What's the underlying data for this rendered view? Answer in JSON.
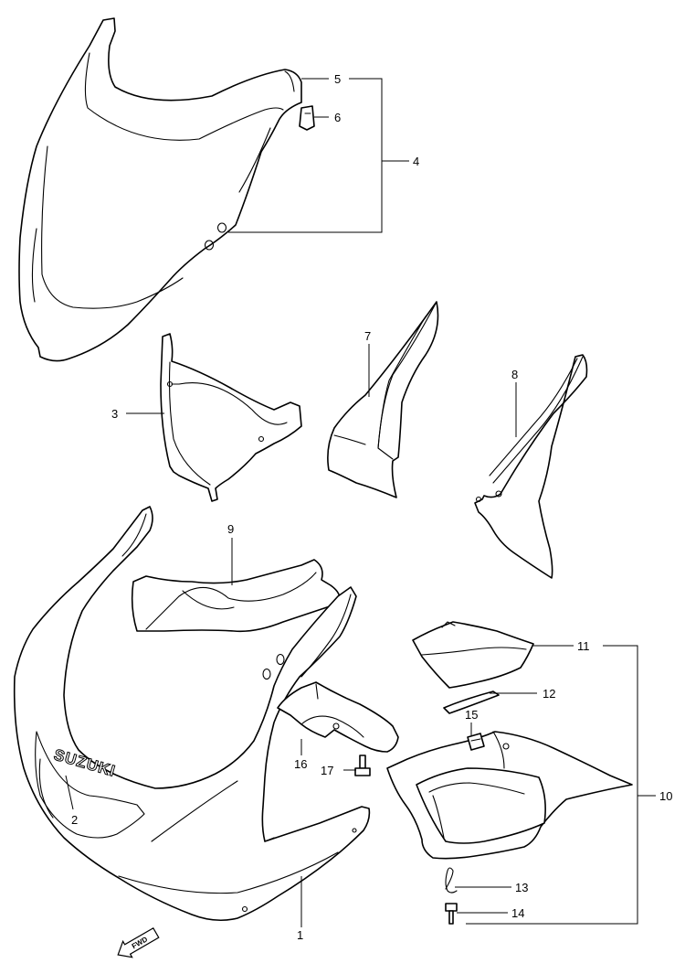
{
  "diagram": {
    "callouts": {
      "c1": "1",
      "c2": "2",
      "c3": "3",
      "c4": "4",
      "c5": "5",
      "c6": "6",
      "c7": "7",
      "c8": "8",
      "c9": "9",
      "c10": "10",
      "c11": "11",
      "c12": "12",
      "c13": "13",
      "c14": "14",
      "c15": "15",
      "c16": "16",
      "c17": "17"
    },
    "logo_text": "SUZUKI",
    "direction_arrow": {
      "label": "FWD"
    }
  },
  "colors": {
    "line": "#000000",
    "background": "#ffffff"
  }
}
